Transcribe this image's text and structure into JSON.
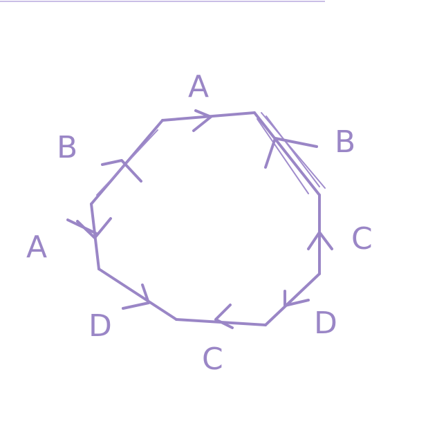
{
  "diagram": {
    "labels": [
      {
        "text": "A",
        "side": "top"
      },
      {
        "text": "B",
        "side": "top-right"
      },
      {
        "text": "C",
        "side": "right"
      },
      {
        "text": "D",
        "side": "bottom-right"
      },
      {
        "text": "C",
        "side": "bottom"
      },
      {
        "text": "D",
        "side": "bottom-left"
      },
      {
        "text": "A",
        "side": "left"
      },
      {
        "text": "B",
        "side": "top-left"
      }
    ],
    "colors": {
      "ink": "#9a86c6",
      "rule": "#b7a7dd"
    }
  }
}
